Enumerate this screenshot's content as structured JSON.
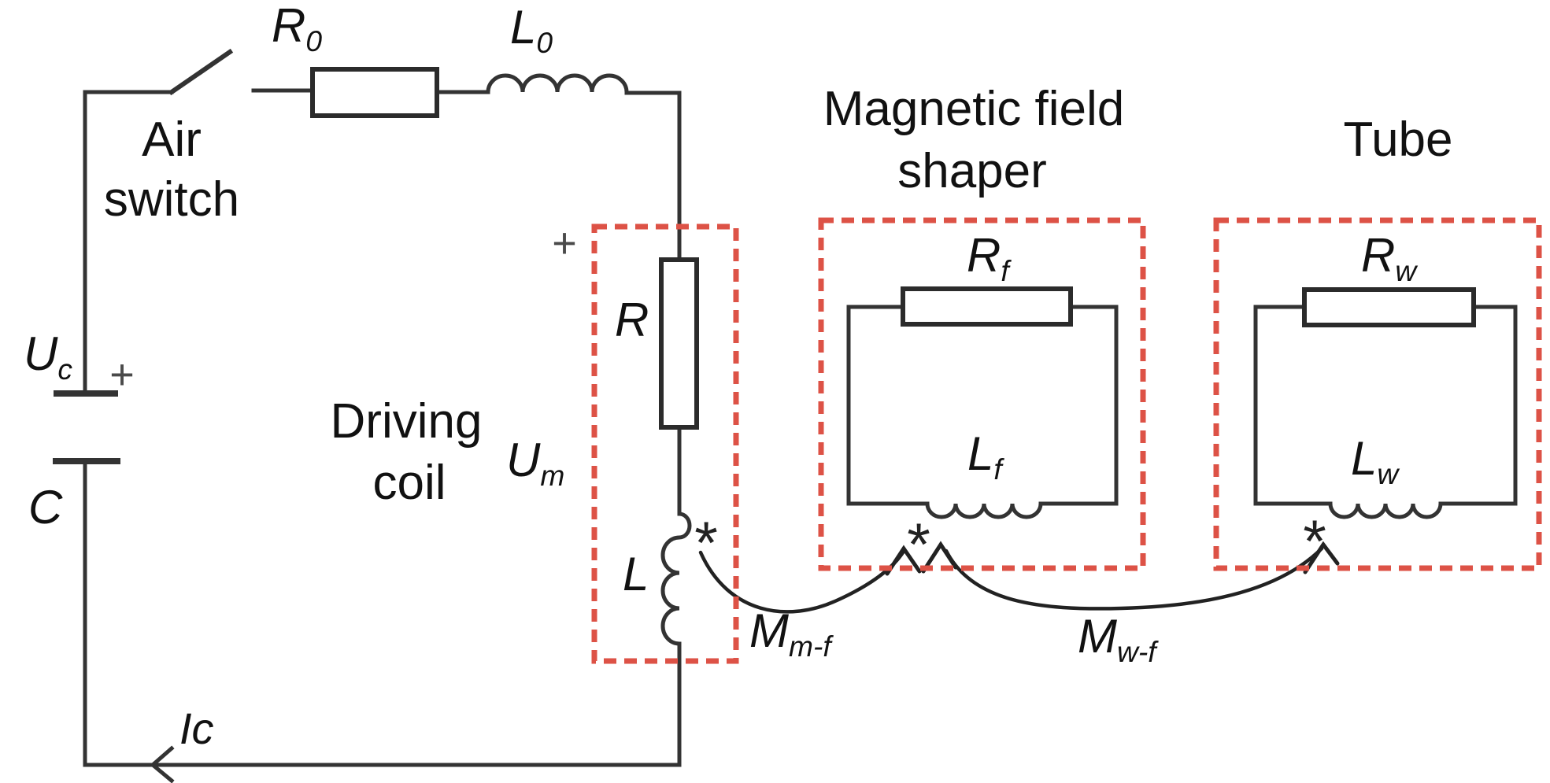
{
  "figure": {
    "background": "#ffffff",
    "wire_color": "#333333",
    "dashed_box_color": "#dd5246",
    "text_color": "#111111",
    "description": "Equivalent circuit diagram of an electromagnetic tube forming system: capacitor bank discharging through a driving coil, magnetically coupled to a magnetic field shaper and a tube"
  },
  "labels": {
    "air_switch": {
      "line1": "Air",
      "line2": "switch"
    },
    "r0": {
      "base": "R",
      "sub": "0"
    },
    "l0": {
      "base": "L",
      "sub": "0"
    },
    "uc": {
      "base": "U",
      "sub": "c"
    },
    "cap": "C",
    "ic": "Ic",
    "plus_cap": "+",
    "plus_driving": "+",
    "driving_coil": {
      "line1": "Driving",
      "line2": "coil"
    },
    "um": {
      "base": "U",
      "sub": "m"
    },
    "r": "R",
    "l": "L",
    "field_shaper": {
      "line1": "Magnetic field",
      "line2": "shaper"
    },
    "tube": "Tube",
    "rf": {
      "base": "R",
      "sub": "f"
    },
    "lf": {
      "base": "L",
      "sub": "f"
    },
    "rw": {
      "base": "R",
      "sub": "w"
    },
    "lw": {
      "base": "L",
      "sub": "w"
    },
    "m_mf": {
      "base": "M",
      "sub": "m-f"
    },
    "m_wf": {
      "base": "M",
      "sub": "w-f"
    },
    "dot_l": "*",
    "dot_lf": "*",
    "dot_lw": "*"
  }
}
